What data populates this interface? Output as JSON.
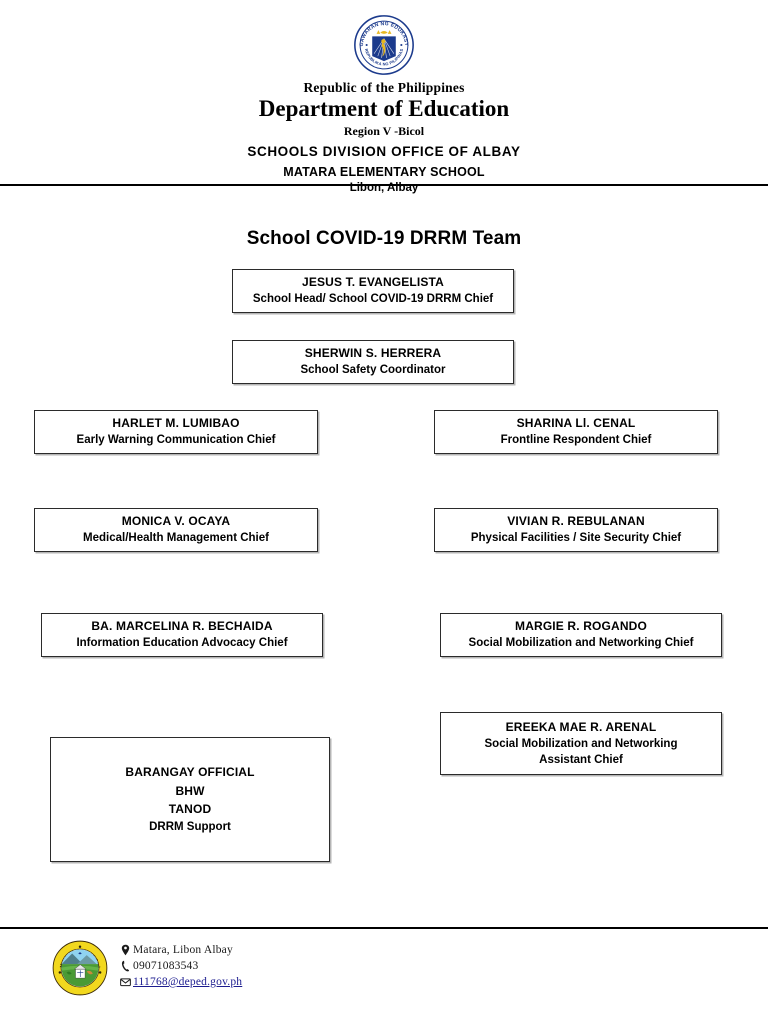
{
  "header": {
    "seal_icon": "deped-seal",
    "republic": "Republic of the Philippines",
    "department": "Department of Education",
    "region": "Region V -Bicol",
    "division": "SCHOOLS DIVISION OFFICE OF ALBAY",
    "school": "MATARA ELEMENTARY SCHOOL",
    "town": "Libon, Albay"
  },
  "chart": {
    "title": "School COVID-19 DRRM Team",
    "nodes": [
      {
        "name": "JESUS T. EVANGELISTA",
        "role": "School Head/ School COVID-19 DRRM Chief"
      },
      {
        "name": "SHERWIN S. HERRERA",
        "role": "School Safety Coordinator"
      },
      {
        "name": "HARLET M. LUMIBAO",
        "role": "Early Warning Communication Chief"
      },
      {
        "name": "SHARINA Ll. CENAL",
        "role": "Frontline Respondent Chief"
      },
      {
        "name": "MONICA V. OCAYA",
        "role": "Medical/Health Management Chief"
      },
      {
        "name": "VIVIAN R. REBULANAN",
        "role": "Physical Facilities / Site Security Chief"
      },
      {
        "name": "BA. MARCELINA R. BECHAIDA",
        "role": "Information Education Advocacy Chief"
      },
      {
        "name": "MARGIE R. ROGANDO",
        "role": "Social Mobilization and Networking Chief"
      },
      {
        "name": "EREEKA MAE R. ARENAL",
        "role": "Social Mobilization and Networking Assistant Chief"
      }
    ],
    "support_node": {
      "line1": "BARANGAY OFFICIAL",
      "line2": "BHW",
      "line3": "TANOD",
      "role": "DRRM Support"
    }
  },
  "footer": {
    "logo_icon": "matara-elementary-school-logo",
    "address_icon": "location-pin-icon",
    "phone_icon": "phone-icon",
    "email_icon": "email-icon",
    "address": "Matara, Libon  Albay",
    "phone": "09071083543",
    "email": "111768@deped.gov.ph"
  },
  "colors": {
    "seal_blue": "#1b3a8c",
    "seal_gold": "#e8b820",
    "logo_yellow": "#f2d81e",
    "logo_green": "#4a9a35",
    "logo_sky": "#8fd3f0",
    "link": "#1c1c8f",
    "border": "#2b2b2b"
  }
}
